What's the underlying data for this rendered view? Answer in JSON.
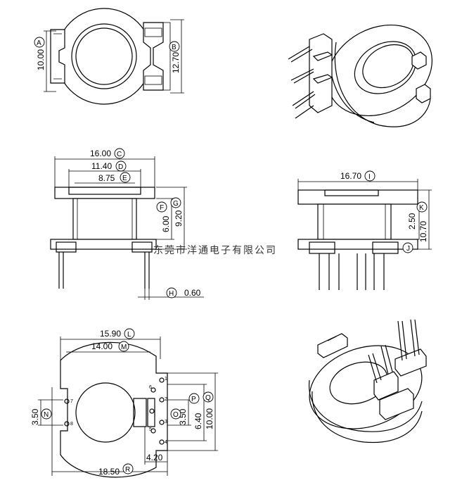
{
  "watermark": "东莞市洋通电子有限公司",
  "dimensions": {
    "A": {
      "label": "A",
      "value": "10.00"
    },
    "B": {
      "label": "B",
      "value": "12.70"
    },
    "C": {
      "label": "C",
      "value": "16.00"
    },
    "D": {
      "label": "D",
      "value": "11.40"
    },
    "E": {
      "label": "E",
      "value": "8.75"
    },
    "F": {
      "label": "F",
      "value": "6.00"
    },
    "G": {
      "label": "G",
      "value": "9.20"
    },
    "H": {
      "label": "H",
      "value": "0.60"
    },
    "I": {
      "label": "I",
      "value": "16.70"
    },
    "J": {
      "label": "J",
      "value": ""
    },
    "K": {
      "label": "K",
      "value": "10.70"
    },
    "K2": {
      "label": "",
      "value": "2.50"
    },
    "L": {
      "label": "L",
      "value": "15.90"
    },
    "M": {
      "label": "M",
      "value": "14.00"
    },
    "N": {
      "label": "N",
      "value": "3.50"
    },
    "O": {
      "label": "O",
      "value": "3.50"
    },
    "P": {
      "label": "P",
      "value": "6.40"
    },
    "Q": {
      "label": "Q",
      "value": "10.00"
    },
    "R": {
      "label": "R",
      "value": "18.50"
    },
    "S": {
      "label": "",
      "value": "4.20"
    }
  },
  "pins": [
    "1",
    "2",
    "3",
    "4",
    "5",
    "6",
    "7",
    "8"
  ]
}
